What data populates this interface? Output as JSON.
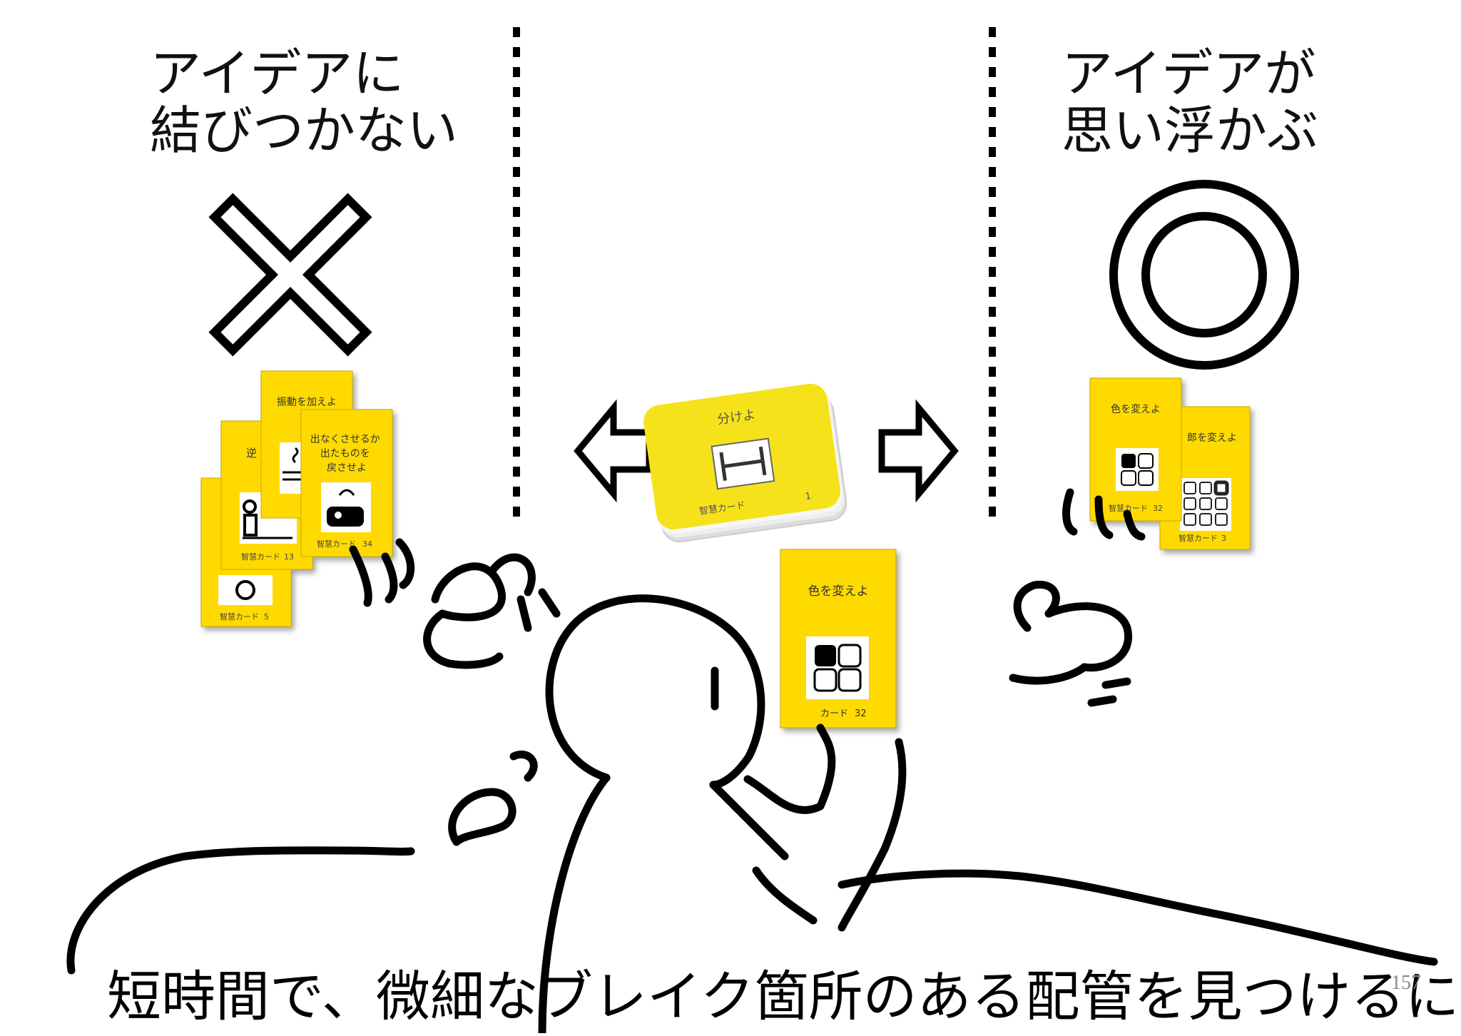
{
  "left": {
    "line1": "アイデアに",
    "line2": "結びつかない",
    "mark": "cross"
  },
  "right": {
    "line1": "アイデアが",
    "line2": "思い浮かぶ",
    "mark": "double-circle"
  },
  "center_deck": {
    "title": "分けよ",
    "footer": "智慧カード",
    "number": "1"
  },
  "held_card": {
    "title": "色を変えよ",
    "footer": "カード",
    "number": "32"
  },
  "left_cards": [
    {
      "title": "振動を加えよ"
    },
    {
      "title": "逆",
      "footer": "智慧カード",
      "number": "13"
    },
    {
      "title": "出なくさせるか出たものを戻させよ",
      "footer": "智慧カード",
      "number": "34"
    },
    {
      "footer": "智慧カード",
      "number": "5"
    }
  ],
  "right_cards": [
    {
      "title": "色を変えよ",
      "footer": "智慧カード",
      "number": "32"
    },
    {
      "title": "郎を変えよ",
      "footer": "智慧カード",
      "number": "3"
    }
  ],
  "caption": "短時間で、微細なブレイク箇所のある配管を見つけるには",
  "page_number": "157",
  "colors": {
    "card": "#FFDA00",
    "ink": "#000000",
    "background": "#FFFFFF"
  }
}
